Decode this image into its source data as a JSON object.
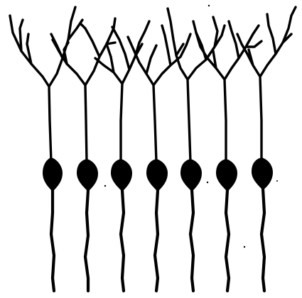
{
  "diagram": {
    "type": "neuron-illustration",
    "neuron_count": 7,
    "colors": {
      "background": "#ffffff",
      "ink": "#000000"
    },
    "parts": [
      "dendrite-tree",
      "cell-body",
      "axon"
    ]
  }
}
